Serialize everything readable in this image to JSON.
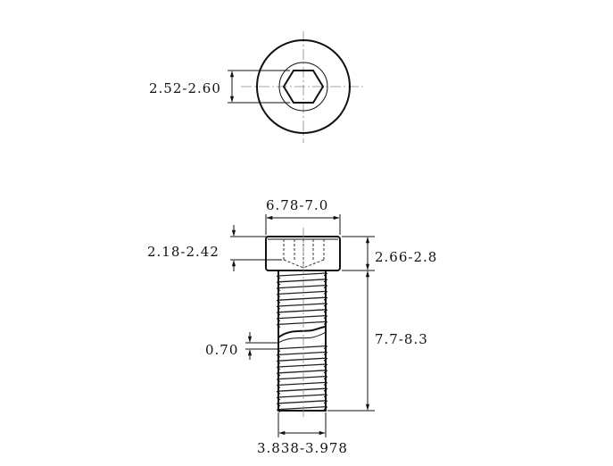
{
  "dimensions": {
    "socket_across_flats": "2.52-2.60",
    "head_diameter": "6.78-7.0",
    "socket_depth": "2.18-2.42",
    "head_height": "2.66-2.8",
    "thread_pitch": "0.70",
    "thread_length": "7.7-8.3",
    "thread_major_diameter": "3.838-3.978"
  },
  "colors": {
    "line": "#111111",
    "centerline": "#888888",
    "background": "#ffffff"
  }
}
